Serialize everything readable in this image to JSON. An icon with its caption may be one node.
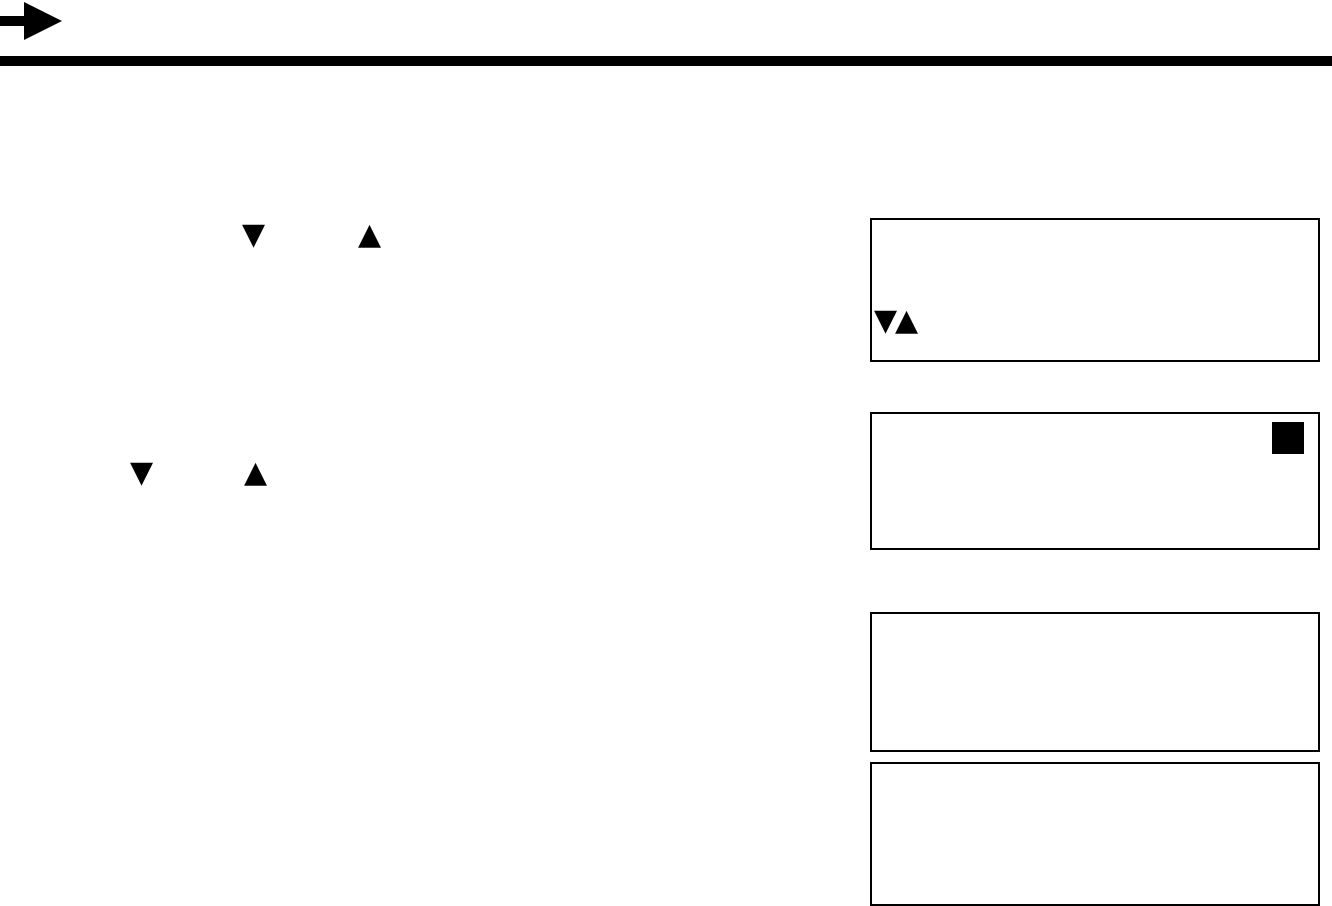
{
  "diagram": {
    "nodes": [
      {
        "text": [
          "▼▲"
        ]
      },
      {
        "text": [],
        "shape": "box"
      },
      {
        "text": [],
        "shape": "box"
      },
      {
        "text": [],
        "shape": "box"
      }
    ],
    "labels": [
      "▼",
      "▲",
      "▼",
      "▲"
    ]
  }
}
